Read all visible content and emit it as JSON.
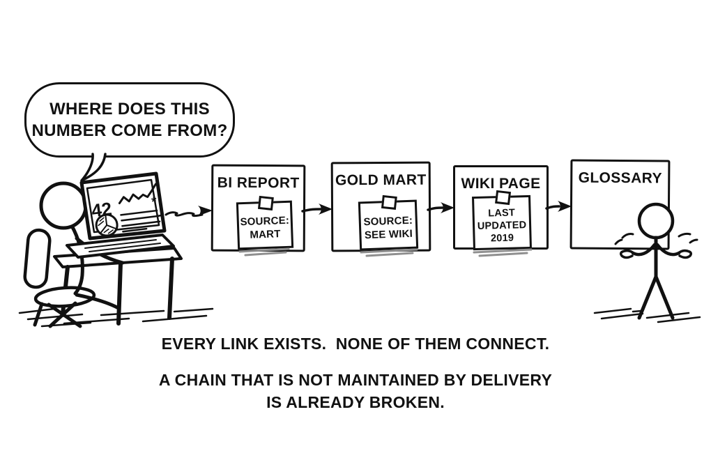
{
  "speech_bubble": {
    "lines": [
      "WHERE DOES THIS",
      "NUMBER COME FROM?"
    ]
  },
  "laptop_screen": {
    "number": "42",
    "sparkline_marker": "*"
  },
  "chain_boxes": [
    {
      "label": "BI REPORT",
      "note": [
        "SOURCE:",
        "MART"
      ]
    },
    {
      "label": "GOLD MART",
      "note": [
        "SOURCE:",
        "SEE WIKI"
      ]
    },
    {
      "label": "WIKI PAGE",
      "note": [
        "LAST",
        "UPDATED",
        "2019"
      ]
    },
    {
      "label": "GLOSSARY",
      "note": []
    }
  ],
  "caption": {
    "line1": "EVERY LINK EXISTS.  NONE OF THEM CONNECT.",
    "line2": "A CHAIN THAT IS NOT MAINTAINED BY DELIVERY",
    "line3": "IS ALREADY BROKEN."
  },
  "colors": {
    "ink": "#111111",
    "background": "#ffffff",
    "note_shadow": "#8f8f8f"
  }
}
